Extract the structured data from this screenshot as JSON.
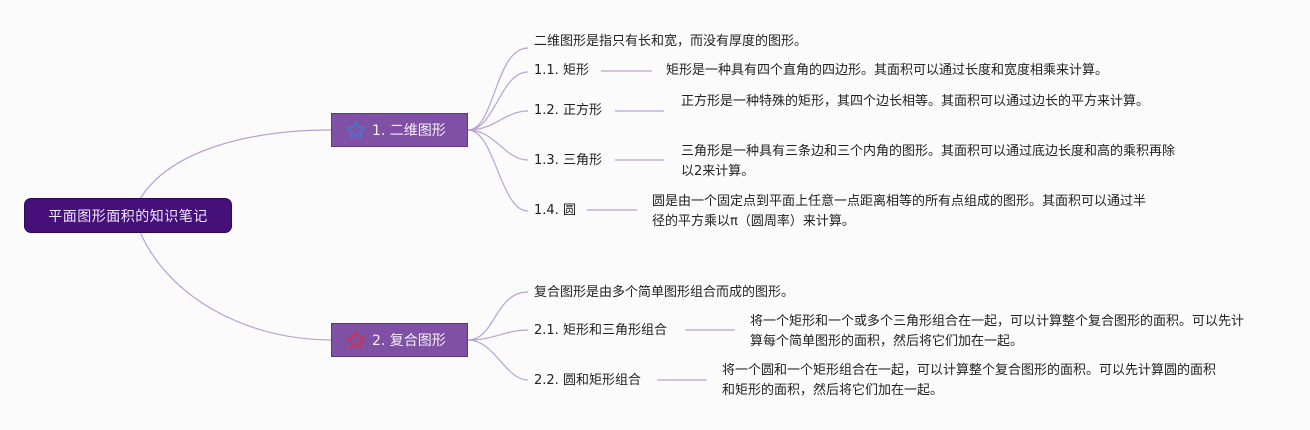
{
  "root": {
    "title": "平面图形面积的知识笔记"
  },
  "branches": [
    {
      "label": "1. 二维图形",
      "star_color": "#3b7bd4",
      "summary": "二维图形是指只有长和宽，而没有厚度的图形。",
      "items": [
        {
          "label": "1.1. 矩形",
          "desc": "矩形是一种具有四个直角的四边形。其面积可以通过长度和宽度相乘来计算。"
        },
        {
          "label": "1.2. 正方形",
          "desc": "正方形是一种特殊的矩形，其四个边长相等。其面积可以通过边长的平方来计算。"
        },
        {
          "label": "1.3. 三角形",
          "desc": "三角形是一种具有三条边和三个内角的图形。其面积可以通过底边长度和高的乘积再除以2来计算。"
        },
        {
          "label": "1.4. 圆",
          "desc": "圆是由一个固定点到平面上任意一点距离相等的所有点组成的图形。其面积可以通过半径的平方乘以π（圆周率）来计算。"
        }
      ]
    },
    {
      "label": "2. 复合图形",
      "star_color": "#d8313b",
      "summary": "复合图形是由多个简单图形组合而成的图形。",
      "items": [
        {
          "label": "2.1. 矩形和三角形组合",
          "desc": "将一个矩形和一个或多个三角形组合在一起，可以计算整个复合图形的面积。可以先计算每个简单图形的面积，然后将它们加在一起。"
        },
        {
          "label": "2.2. 圆和矩形组合",
          "desc": "将一个圆和一个矩形组合在一起，可以计算整个复合图形的面积。可以先计算圆的面积和矩形的面积，然后将它们加在一起。"
        }
      ]
    }
  ],
  "colors": {
    "link": "#b7a2d2",
    "root_bg": "#45107a",
    "branch_bg": "#7f50a4"
  }
}
